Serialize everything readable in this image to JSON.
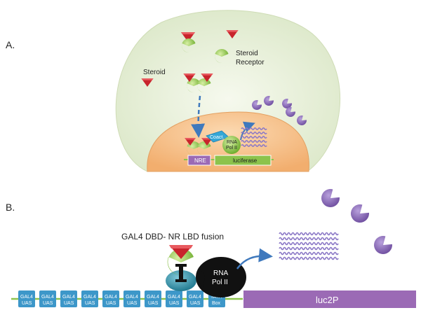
{
  "panel_a": {
    "label": "A.",
    "steroid_label": "Steroid",
    "receptor_label_line1": "Steroid",
    "receptor_label_line2": "Receptor",
    "coact_label": "Coact.",
    "rnapol_line1": "RNA",
    "rnapol_line2": "Pol II",
    "nre_label": "NRE",
    "luciferase_label": "luciferase"
  },
  "panel_b": {
    "label": "B.",
    "fusion_label": "GAL4 DBD- NR LBD fusion",
    "rnapol_line1": "RNA",
    "rnapol_line2": "Pol II",
    "uas_line1": "GAL4",
    "uas_line2": "UAS",
    "uas_count": 9,
    "tata_line1": "TATA",
    "tata_line2": "Box",
    "reporter_label": "luc2P"
  },
  "colors": {
    "cell": "#e3ecd4",
    "nucleus": "#f5c089",
    "ligand": "#c8242c",
    "receptor": "#8cc34c",
    "protein": "#8c6cb8",
    "dbd": "#2f8fa8",
    "box": "#3d97c9",
    "gene": "#9b6ab5",
    "arrow": "#3f79bd",
    "mrna": "#8b78c6",
    "pol": "#111111"
  }
}
